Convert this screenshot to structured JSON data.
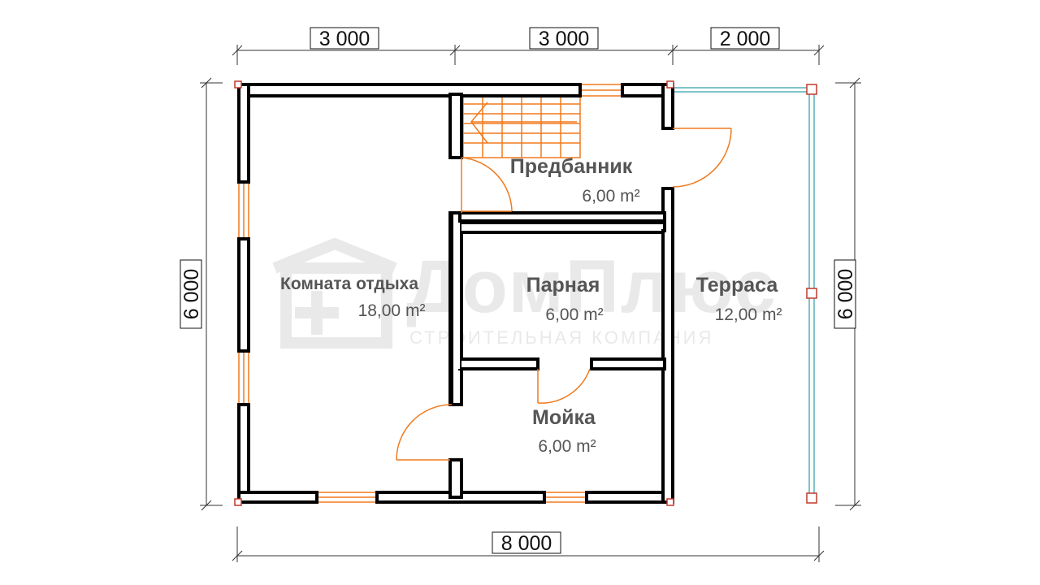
{
  "dimensions": {
    "top": [
      "3 000",
      "3 000",
      "2 000"
    ],
    "bottom": "8 000",
    "left": "6 000",
    "right": "6 000"
  },
  "rooms": {
    "rest": {
      "name": "Комната отдыха",
      "area": "18,00 m²"
    },
    "predbannik": {
      "name": "Предбанник",
      "area": "6,00 m²"
    },
    "parnaya": {
      "name": "Парная",
      "area": "6,00 m²"
    },
    "terrace": {
      "name": "Терраса",
      "area": "12,00 m²"
    },
    "moyka": {
      "name": "Мойка",
      "area": "6,00 m²"
    }
  },
  "watermark": {
    "brand": "ДомПлюс",
    "tagline": "СТРОИТЕЛЬНАЯ КОМПАНИЯ"
  },
  "colors": {
    "wall": "#000000",
    "opening": "#f07a1e",
    "railing": "#7fc4c9",
    "post": "#c0392b"
  }
}
